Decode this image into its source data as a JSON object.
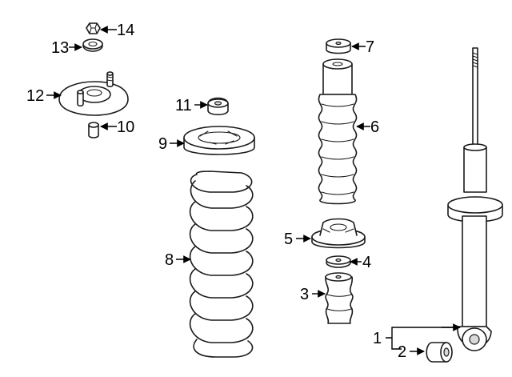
{
  "colors": {
    "line": "#1a1a1a",
    "background": "#ffffff",
    "shade": "#d9d9d9"
  },
  "callouts": {
    "c1": "1",
    "c2": "2",
    "c3": "3",
    "c4": "4",
    "c5": "5",
    "c6": "6",
    "c7": "7",
    "c8": "8",
    "c9": "9",
    "c10": "10",
    "c11": "11",
    "c12": "12",
    "c13": "13",
    "c14": "14"
  }
}
